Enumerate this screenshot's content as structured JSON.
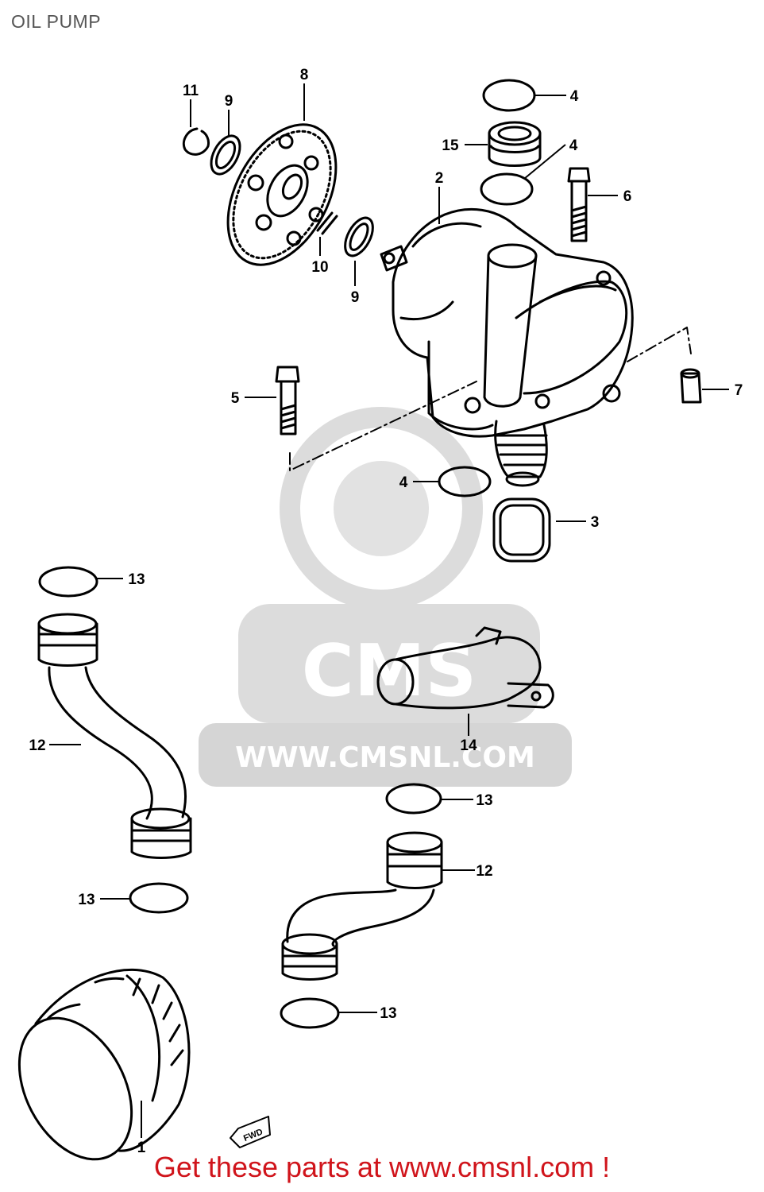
{
  "page": {
    "title": "OIL PUMP",
    "background": "#ffffff"
  },
  "watermark": {
    "text": "WWW.CMSNL.COM",
    "logo_text": "CMS",
    "color": "#d9d9d9"
  },
  "callouts": [
    {
      "id": "c11",
      "label": "11"
    },
    {
      "id": "c9a",
      "label": "9"
    },
    {
      "id": "c8",
      "label": "8"
    },
    {
      "id": "c10",
      "label": "10"
    },
    {
      "id": "c9b",
      "label": "9"
    },
    {
      "id": "c4a",
      "label": "4"
    },
    {
      "id": "c15",
      "label": "15"
    },
    {
      "id": "c4b",
      "label": "4"
    },
    {
      "id": "c2",
      "label": "2"
    },
    {
      "id": "c6",
      "label": "6"
    },
    {
      "id": "c7",
      "label": "7"
    },
    {
      "id": "c5",
      "label": "5"
    },
    {
      "id": "c4c",
      "label": "4"
    },
    {
      "id": "c3",
      "label": "3"
    },
    {
      "id": "c13a",
      "label": "13"
    },
    {
      "id": "c12a",
      "label": "12"
    },
    {
      "id": "c14",
      "label": "14"
    },
    {
      "id": "c13b",
      "label": "13"
    },
    {
      "id": "c12b",
      "label": "12"
    },
    {
      "id": "c13c",
      "label": "13"
    },
    {
      "id": "c13d",
      "label": "13"
    },
    {
      "id": "c1",
      "label": "1"
    }
  ],
  "fwd_badge": "FWD",
  "footer": {
    "text": "Get these parts at www.cmsnl.com !",
    "color": "#d0141b"
  }
}
